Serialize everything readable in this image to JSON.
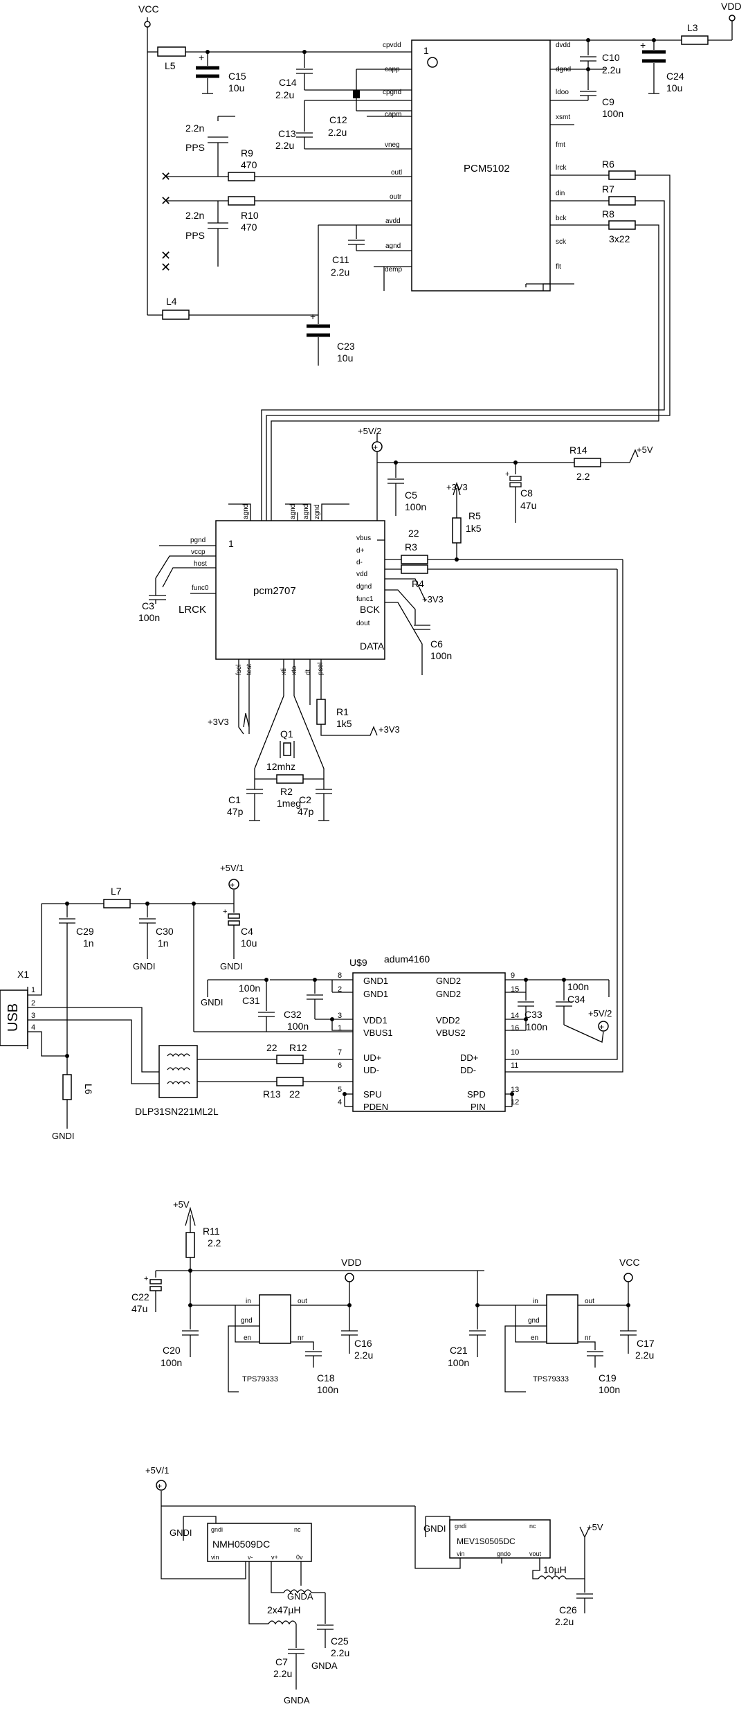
{
  "rails": {
    "vcc": "VCC",
    "vdd": "VDD",
    "p5v": "+5V",
    "p5v1": "+5V/1",
    "p5v2": "+5V/2",
    "p3v3": "+3V3",
    "gndi": "GNDI",
    "gnda": "GNDA",
    "pps": "PPS"
  },
  "chips": {
    "pcm5102": {
      "name": "PCM5102",
      "pin1": "1",
      "pins_left": [
        "cpvdd",
        "capp",
        "cpgnd",
        "capm",
        "vneg",
        "outl",
        "outr",
        "avdd",
        "agnd",
        "demp"
      ],
      "pins_right": [
        "dvdd",
        "dgnd",
        "ldoo",
        "xsmt",
        "fmt",
        "lrck",
        "din",
        "bck",
        "sck",
        "flt"
      ]
    },
    "pcm2707": {
      "name": "pcm2707",
      "pin1": "1",
      "pins_top": [
        "agnd",
        "agnd",
        "zgnd"
      ],
      "pins_left": [
        "pgnd",
        "vccp",
        "host",
        "func0"
      ],
      "pins_right": [
        "vbus",
        "d+",
        "d-",
        "vdd",
        "dgnd",
        "func1",
        "BCK",
        "dout",
        "DATA"
      ],
      "pins_bottom": [
        "fsel",
        "test",
        "xti",
        "xto",
        "dt",
        "psel"
      ],
      "lrck": "LRCK"
    },
    "adum4160": {
      "ref": "U$9",
      "name": "adum4160",
      "left": [
        {
          "n": "8",
          "p": "GND1"
        },
        {
          "n": "2",
          "p": "GND1"
        },
        {
          "n": "3",
          "p": "VDD1"
        },
        {
          "n": "1",
          "p": "VBUS1"
        },
        {
          "n": "7",
          "p": "UD+"
        },
        {
          "n": "6",
          "p": "UD-"
        },
        {
          "n": "5",
          "p": "SPU"
        },
        {
          "n": "4",
          "p": "PDEN"
        }
      ],
      "right": [
        {
          "n": "9",
          "p": "GND2"
        },
        {
          "n": "15",
          "p": "GND2"
        },
        {
          "n": "14",
          "p": "VDD2"
        },
        {
          "n": "16",
          "p": "VBUS2"
        },
        {
          "n": "10",
          "p": "DD+"
        },
        {
          "n": "11",
          "p": "DD-"
        },
        {
          "n": "13",
          "p": "SPD"
        },
        {
          "n": "12",
          "p": "PIN"
        }
      ]
    },
    "tps_a": {
      "name": "TPS79333",
      "pins": [
        "in",
        "out",
        "gnd",
        "en",
        "nr"
      ]
    },
    "tps_b": {
      "name": "TPS79333",
      "pins": [
        "in",
        "out",
        "gnd",
        "en",
        "nr"
      ]
    },
    "nmh": {
      "name": "NMH0509DC",
      "pins": [
        "gndi",
        "nc",
        "vin",
        "v-",
        "v+",
        "0v"
      ]
    },
    "mev": {
      "name": "MEV1S0505DC",
      "pins": [
        "gndi",
        "nc",
        "vin",
        "gndo",
        "vout"
      ]
    },
    "usb": {
      "ref": "X1",
      "label": "USB",
      "pins": [
        "1",
        "2",
        "3",
        "4"
      ]
    },
    "dlp": {
      "name": "DLP31SN221ML2L"
    },
    "q1": {
      "ref": "Q1",
      "val": "12mhz"
    }
  },
  "parts": {
    "L5": "L5",
    "L3": "L3",
    "L4": "L4",
    "L7": "L7",
    "L6": "L6",
    "C15": [
      "C15",
      "10u"
    ],
    "C14": [
      "C14",
      "2.2u"
    ],
    "C12": [
      "C12",
      "2.2u"
    ],
    "C13": [
      "C13",
      "2.2u"
    ],
    "C11": [
      "C11",
      "2.2u"
    ],
    "C23": [
      "C23",
      "10u"
    ],
    "C10": [
      "C10",
      "2.2u"
    ],
    "C24": [
      "C24",
      "10u"
    ],
    "C9": [
      "C9",
      "100n"
    ],
    "R9": [
      "R9",
      "470"
    ],
    "R10": [
      "R10",
      "470"
    ],
    "cap22n_a": "2.2n",
    "cap22n_b": "2.2n",
    "R6": "R6",
    "R7": "R7",
    "R8": [
      "R8",
      "3x22"
    ],
    "C5": [
      "C5",
      "100n"
    ],
    "C8": [
      "C8",
      "47u"
    ],
    "R14": [
      "R14",
      "2.2"
    ],
    "R5": [
      "R5",
      "1k5"
    ],
    "R3": [
      "R3",
      "22"
    ],
    "R4": "R4",
    "C6": [
      "C6",
      "100n"
    ],
    "C3": [
      "C3",
      "100n"
    ],
    "R1": [
      "R1",
      "1k5"
    ],
    "R2": [
      "R2",
      "1meg"
    ],
    "C1": [
      "C1",
      "47p"
    ],
    "C2": [
      "C2",
      "47p"
    ],
    "C29": [
      "C29",
      "1n"
    ],
    "C30": [
      "C30",
      "1n"
    ],
    "C4": [
      "C4",
      "10u"
    ],
    "C31": [
      "C31",
      "100n"
    ],
    "C32": [
      "C32",
      "100n"
    ],
    "C33": [
      "C33",
      "100n"
    ],
    "C34": [
      "C34",
      "100n"
    ],
    "R12": [
      "R12",
      "22"
    ],
    "R13": [
      "R13",
      "22"
    ],
    "R11": [
      "R11",
      "2.2"
    ],
    "C22": [
      "C22",
      "47u"
    ],
    "C20": [
      "C20",
      "100n"
    ],
    "C16": [
      "C16",
      "2.2u"
    ],
    "C18": [
      "C18",
      "100n"
    ],
    "C21": [
      "C21",
      "100n"
    ],
    "C17": [
      "C17",
      "2.2u"
    ],
    "C19": [
      "C19",
      "100n"
    ],
    "L8": "2x47µH",
    "C25": [
      "C25",
      "2.2u"
    ],
    "C7": [
      "C7",
      "2.2u"
    ],
    "L9": "10µH",
    "C26": [
      "C26",
      "2.2u"
    ]
  }
}
